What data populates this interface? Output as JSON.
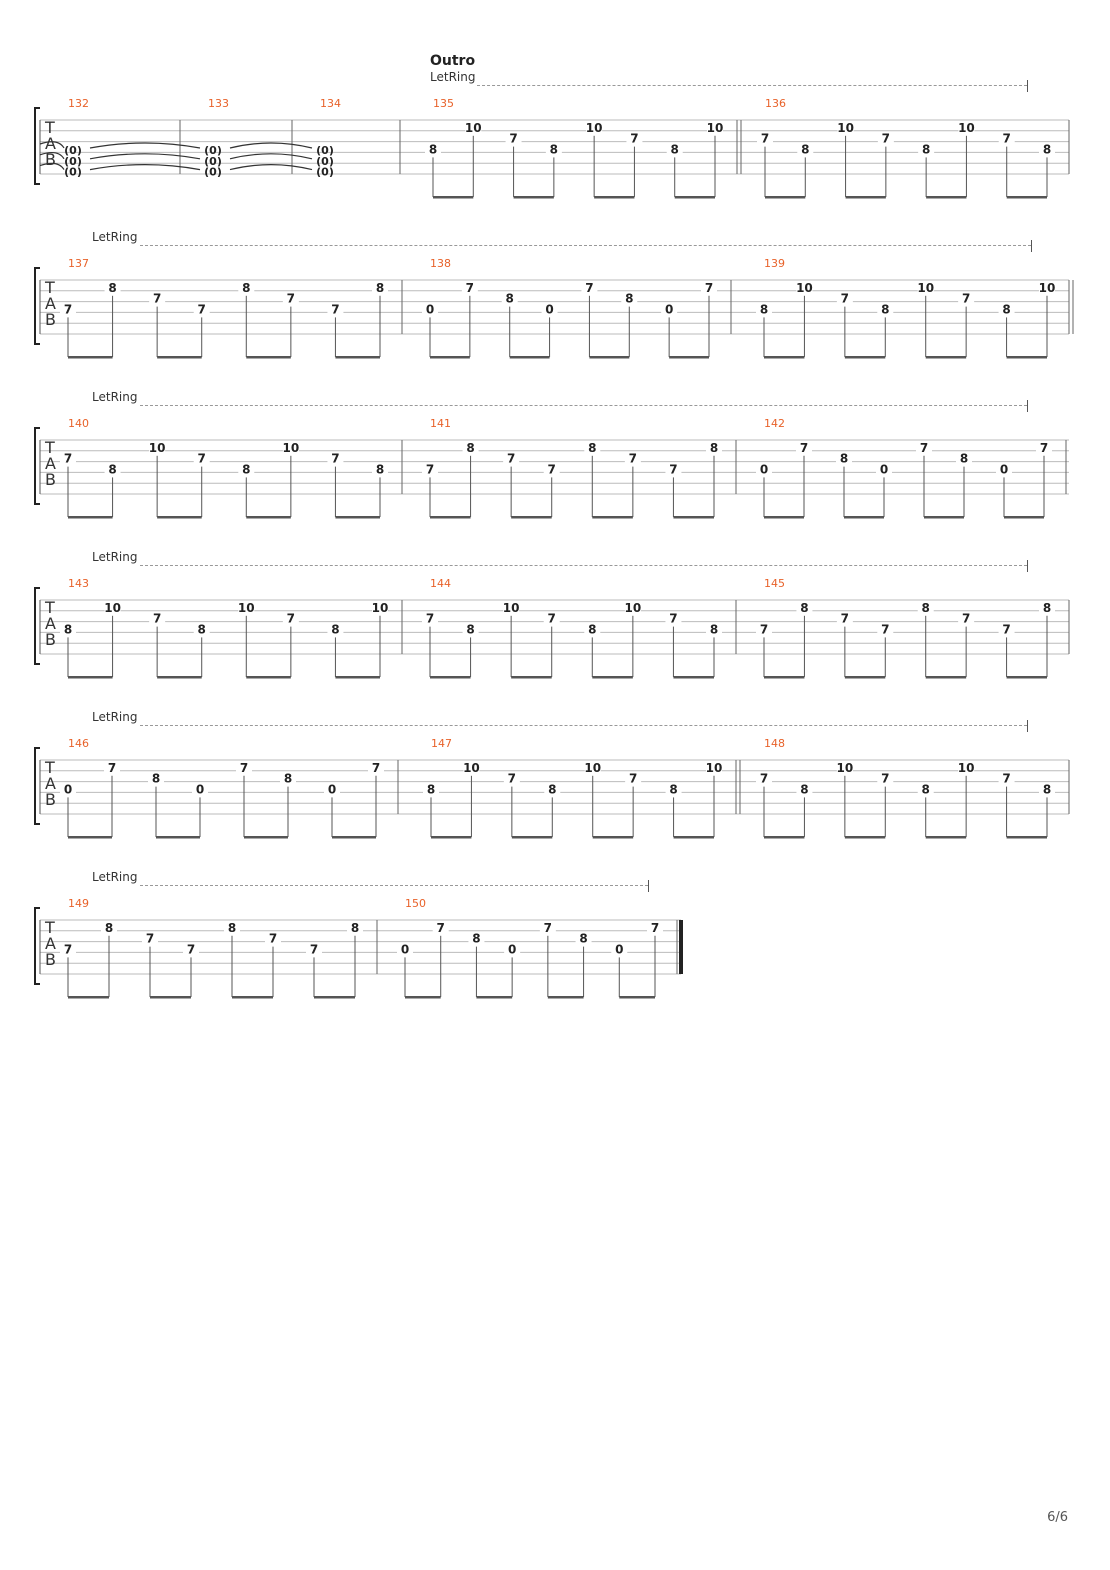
{
  "section_title": "Outro",
  "let_ring_label": "LetRing",
  "tab_letters": [
    "T",
    "A",
    "B"
  ],
  "page_number": "6/6",
  "systems": [
    {
      "measures": [
        {
          "number": "132",
          "tied_chord": [
            "(0)",
            "(0)",
            "(0)"
          ]
        },
        {
          "number": "133",
          "tied_chord": [
            "(0)",
            "(0)",
            "(0)"
          ]
        },
        {
          "number": "134",
          "tied_chord": [
            "(0)",
            "(0)",
            "(0)"
          ]
        },
        {
          "number": "135",
          "notes": [
            {
              "fret": "8",
              "string": 3
            },
            {
              "fret": "10",
              "string": 1
            },
            {
              "fret": "7",
              "string": 2
            },
            {
              "fret": "8",
              "string": 3
            },
            {
              "fret": "10",
              "string": 1
            },
            {
              "fret": "7",
              "string": 2
            },
            {
              "fret": "8",
              "string": 3
            },
            {
              "fret": "10",
              "string": 1
            }
          ]
        },
        {
          "number": "136",
          "notes": [
            {
              "fret": "7",
              "string": 2
            },
            {
              "fret": "8",
              "string": 3
            },
            {
              "fret": "10",
              "string": 1
            },
            {
              "fret": "7",
              "string": 2
            },
            {
              "fret": "8",
              "string": 3
            },
            {
              "fret": "10",
              "string": 1
            },
            {
              "fret": "7",
              "string": 2
            },
            {
              "fret": "8",
              "string": 3
            }
          ]
        }
      ]
    },
    {
      "measures": [
        {
          "number": "137",
          "notes": [
            {
              "fret": "7",
              "string": 3
            },
            {
              "fret": "8",
              "string": 1
            },
            {
              "fret": "7",
              "string": 2
            },
            {
              "fret": "7",
              "string": 3
            },
            {
              "fret": "8",
              "string": 1
            },
            {
              "fret": "7",
              "string": 2
            },
            {
              "fret": "7",
              "string": 3
            },
            {
              "fret": "8",
              "string": 1
            }
          ]
        },
        {
          "number": "138",
          "notes": [
            {
              "fret": "0",
              "string": 3
            },
            {
              "fret": "7",
              "string": 1
            },
            {
              "fret": "8",
              "string": 2
            },
            {
              "fret": "0",
              "string": 3
            },
            {
              "fret": "7",
              "string": 1
            },
            {
              "fret": "8",
              "string": 2
            },
            {
              "fret": "0",
              "string": 3
            },
            {
              "fret": "7",
              "string": 1
            }
          ]
        },
        {
          "number": "139",
          "notes": [
            {
              "fret": "8",
              "string": 3
            },
            {
              "fret": "10",
              "string": 1
            },
            {
              "fret": "7",
              "string": 2
            },
            {
              "fret": "8",
              "string": 3
            },
            {
              "fret": "10",
              "string": 1
            },
            {
              "fret": "7",
              "string": 2
            },
            {
              "fret": "8",
              "string": 3
            },
            {
              "fret": "10",
              "string": 1
            }
          ]
        }
      ]
    },
    {
      "measures": [
        {
          "number": "140",
          "notes": [
            {
              "fret": "7",
              "string": 2
            },
            {
              "fret": "8",
              "string": 3
            },
            {
              "fret": "10",
              "string": 1
            },
            {
              "fret": "7",
              "string": 2
            },
            {
              "fret": "8",
              "string": 3
            },
            {
              "fret": "10",
              "string": 1
            },
            {
              "fret": "7",
              "string": 2
            },
            {
              "fret": "8",
              "string": 3
            }
          ]
        },
        {
          "number": "141",
          "notes": [
            {
              "fret": "7",
              "string": 3
            },
            {
              "fret": "8",
              "string": 1
            },
            {
              "fret": "7",
              "string": 2
            },
            {
              "fret": "7",
              "string": 3
            },
            {
              "fret": "8",
              "string": 1
            },
            {
              "fret": "7",
              "string": 2
            },
            {
              "fret": "7",
              "string": 3
            },
            {
              "fret": "8",
              "string": 1
            }
          ]
        },
        {
          "number": "142",
          "notes": [
            {
              "fret": "0",
              "string": 3
            },
            {
              "fret": "7",
              "string": 1
            },
            {
              "fret": "8",
              "string": 2
            },
            {
              "fret": "0",
              "string": 3
            },
            {
              "fret": "7",
              "string": 1
            },
            {
              "fret": "8",
              "string": 2
            },
            {
              "fret": "0",
              "string": 3
            },
            {
              "fret": "7",
              "string": 1
            }
          ]
        }
      ]
    },
    {
      "measures": [
        {
          "number": "143",
          "notes": [
            {
              "fret": "8",
              "string": 3
            },
            {
              "fret": "10",
              "string": 1
            },
            {
              "fret": "7",
              "string": 2
            },
            {
              "fret": "8",
              "string": 3
            },
            {
              "fret": "10",
              "string": 1
            },
            {
              "fret": "7",
              "string": 2
            },
            {
              "fret": "8",
              "string": 3
            },
            {
              "fret": "10",
              "string": 1
            }
          ]
        },
        {
          "number": "144",
          "notes": [
            {
              "fret": "7",
              "string": 2
            },
            {
              "fret": "8",
              "string": 3
            },
            {
              "fret": "10",
              "string": 1
            },
            {
              "fret": "7",
              "string": 2
            },
            {
              "fret": "8",
              "string": 3
            },
            {
              "fret": "10",
              "string": 1
            },
            {
              "fret": "7",
              "string": 2
            },
            {
              "fret": "8",
              "string": 3
            }
          ]
        },
        {
          "number": "145",
          "notes": [
            {
              "fret": "7",
              "string": 3
            },
            {
              "fret": "8",
              "string": 1
            },
            {
              "fret": "7",
              "string": 2
            },
            {
              "fret": "7",
              "string": 3
            },
            {
              "fret": "8",
              "string": 1
            },
            {
              "fret": "7",
              "string": 2
            },
            {
              "fret": "7",
              "string": 3
            },
            {
              "fret": "8",
              "string": 1
            }
          ]
        }
      ]
    },
    {
      "measures": [
        {
          "number": "146",
          "notes": [
            {
              "fret": "0",
              "string": 3
            },
            {
              "fret": "7",
              "string": 1
            },
            {
              "fret": "8",
              "string": 2
            },
            {
              "fret": "0",
              "string": 3
            },
            {
              "fret": "7",
              "string": 1
            },
            {
              "fret": "8",
              "string": 2
            },
            {
              "fret": "0",
              "string": 3
            },
            {
              "fret": "7",
              "string": 1
            }
          ]
        },
        {
          "number": "147",
          "notes": [
            {
              "fret": "8",
              "string": 3
            },
            {
              "fret": "10",
              "string": 1
            },
            {
              "fret": "7",
              "string": 2
            },
            {
              "fret": "8",
              "string": 3
            },
            {
              "fret": "10",
              "string": 1
            },
            {
              "fret": "7",
              "string": 2
            },
            {
              "fret": "8",
              "string": 3
            },
            {
              "fret": "10",
              "string": 1
            }
          ]
        },
        {
          "number": "148",
          "notes": [
            {
              "fret": "7",
              "string": 2
            },
            {
              "fret": "8",
              "string": 3
            },
            {
              "fret": "10",
              "string": 1
            },
            {
              "fret": "7",
              "string": 2
            },
            {
              "fret": "8",
              "string": 3
            },
            {
              "fret": "10",
              "string": 1
            },
            {
              "fret": "7",
              "string": 2
            },
            {
              "fret": "8",
              "string": 3
            }
          ]
        }
      ]
    },
    {
      "measures": [
        {
          "number": "149",
          "notes": [
            {
              "fret": "7",
              "string": 3
            },
            {
              "fret": "8",
              "string": 1
            },
            {
              "fret": "7",
              "string": 2
            },
            {
              "fret": "7",
              "string": 3
            },
            {
              "fret": "8",
              "string": 1
            },
            {
              "fret": "7",
              "string": 2
            },
            {
              "fret": "7",
              "string": 3
            },
            {
              "fret": "8",
              "string": 1
            }
          ]
        },
        {
          "number": "150",
          "notes": [
            {
              "fret": "0",
              "string": 3
            },
            {
              "fret": "7",
              "string": 1
            },
            {
              "fret": "8",
              "string": 2
            },
            {
              "fret": "0",
              "string": 3
            },
            {
              "fret": "7",
              "string": 1
            },
            {
              "fret": "8",
              "string": 2
            },
            {
              "fret": "0",
              "string": 3
            },
            {
              "fret": "7",
              "string": 1
            }
          ]
        }
      ]
    }
  ]
}
